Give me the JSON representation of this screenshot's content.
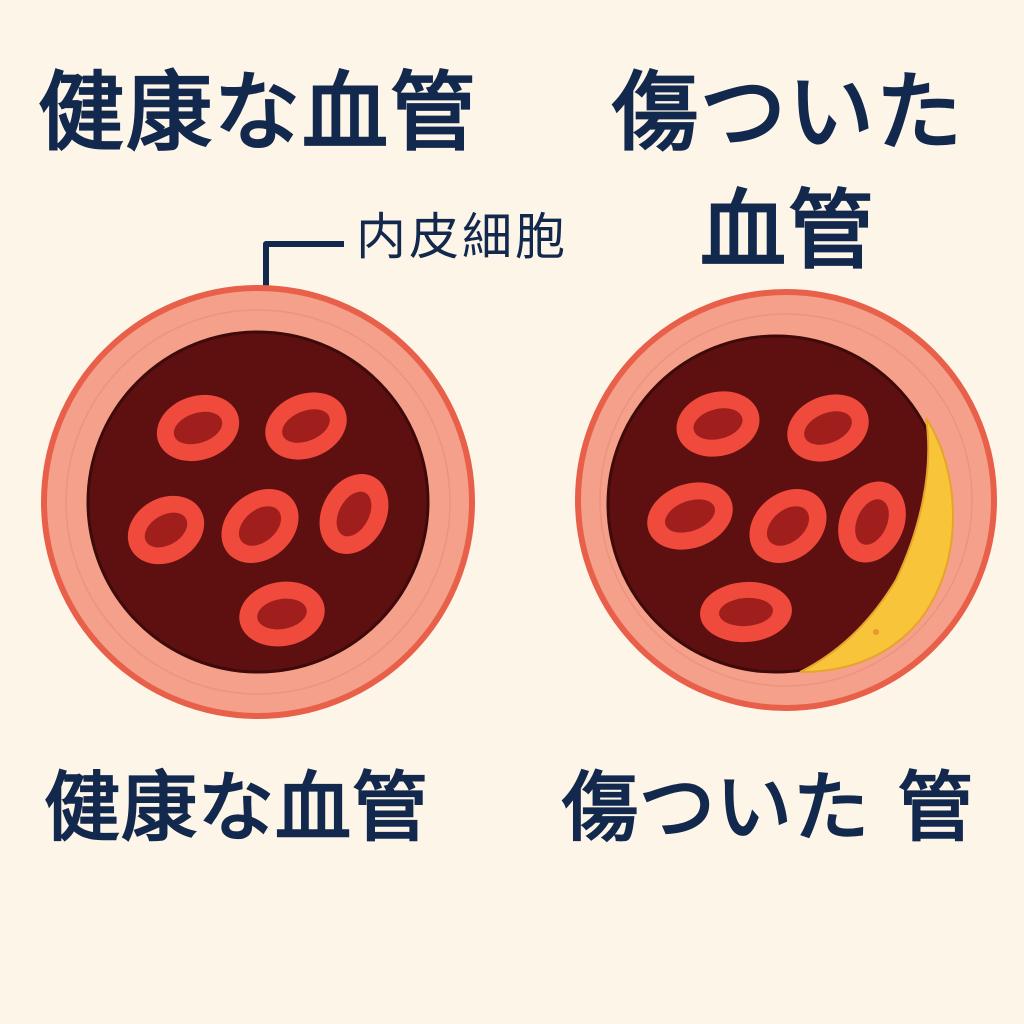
{
  "titles": {
    "healthy": "健康な血管",
    "damaged_line1": "傷ついた",
    "damaged_line2": "血管"
  },
  "captions": {
    "healthy": "健康な血管",
    "damaged": "傷ついた 管"
  },
  "labels": {
    "endothelial": "内皮細胞"
  },
  "colors": {
    "background": "#fdf6e8",
    "text": "#13284d",
    "vessel_wall": "#f4a08a",
    "vessel_wall_edge": "#e8604a",
    "lumen": "#5e1010",
    "rbc_outer": "#ef4a3c",
    "rbc_inner": "#a01e1c",
    "plaque": "#f7c43a"
  }
}
